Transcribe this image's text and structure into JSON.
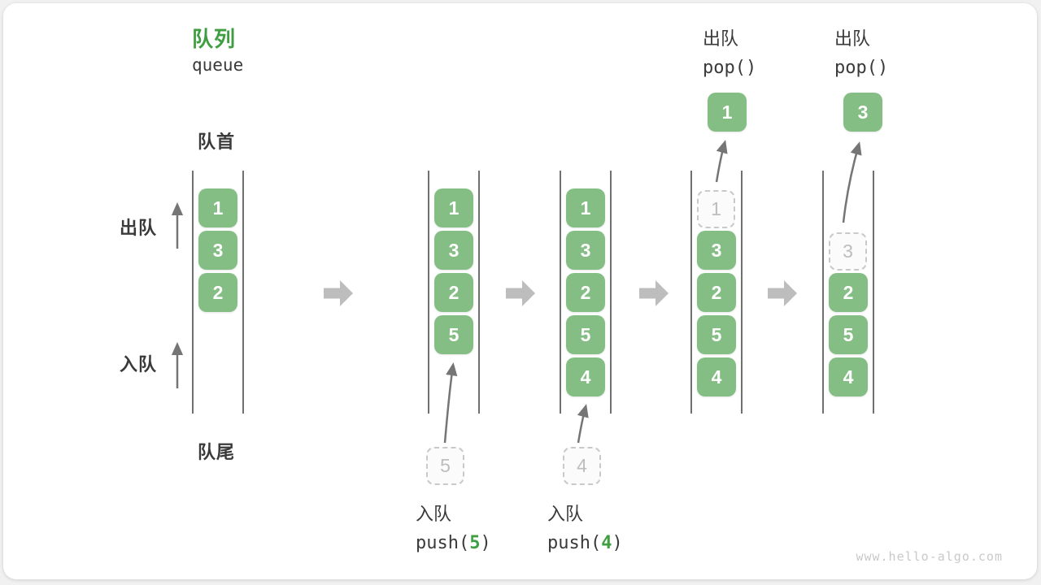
{
  "title": {
    "zh": "队列",
    "en": "queue"
  },
  "side_labels": {
    "front": "队首",
    "rear": "队尾",
    "dequeue": "出队",
    "enqueue": "入队"
  },
  "colors": {
    "box_green": "#85BE85",
    "accent_green": "#3F9E42",
    "text_dark": "#3A3A3A",
    "dashed_border": "#C9C9C9",
    "dashed_text": "#BDBDBD",
    "block_arrow": "#BDBDBD",
    "thin_arrow": "#757575",
    "wall_line": "#4C4C4C",
    "watermark": "#C9C9C9"
  },
  "states": [
    {
      "cells": [
        {
          "value": "1"
        },
        {
          "value": "3"
        },
        {
          "value": "2"
        }
      ]
    },
    {
      "cells": [
        {
          "value": "1"
        },
        {
          "value": "3"
        },
        {
          "value": "2"
        },
        {
          "value": "5"
        }
      ],
      "staged": {
        "value": "5"
      },
      "op": {
        "label": "入队",
        "fn_prefix": "push(",
        "arg": "5",
        "fn_suffix": ")"
      }
    },
    {
      "cells": [
        {
          "value": "1"
        },
        {
          "value": "3"
        },
        {
          "value": "2"
        },
        {
          "value": "5"
        },
        {
          "value": "4"
        }
      ],
      "staged": {
        "value": "4"
      },
      "op": {
        "label": "入队",
        "fn_prefix": "push(",
        "arg": "4",
        "fn_suffix": ")"
      }
    },
    {
      "cells": [
        {
          "value": "1",
          "dashed": true
        },
        {
          "value": "3"
        },
        {
          "value": "2"
        },
        {
          "value": "5"
        },
        {
          "value": "4"
        }
      ],
      "popped": {
        "value": "1"
      },
      "op": {
        "label": "出队",
        "fn": "pop()"
      }
    },
    {
      "cells": [
        {
          "value": "3",
          "dashed": true
        },
        {
          "value": "2"
        },
        {
          "value": "5"
        },
        {
          "value": "4"
        }
      ],
      "popped": {
        "value": "3"
      },
      "op": {
        "label": "出队",
        "fn": "pop()"
      }
    }
  ],
  "watermark": "www.hello-algo.com"
}
